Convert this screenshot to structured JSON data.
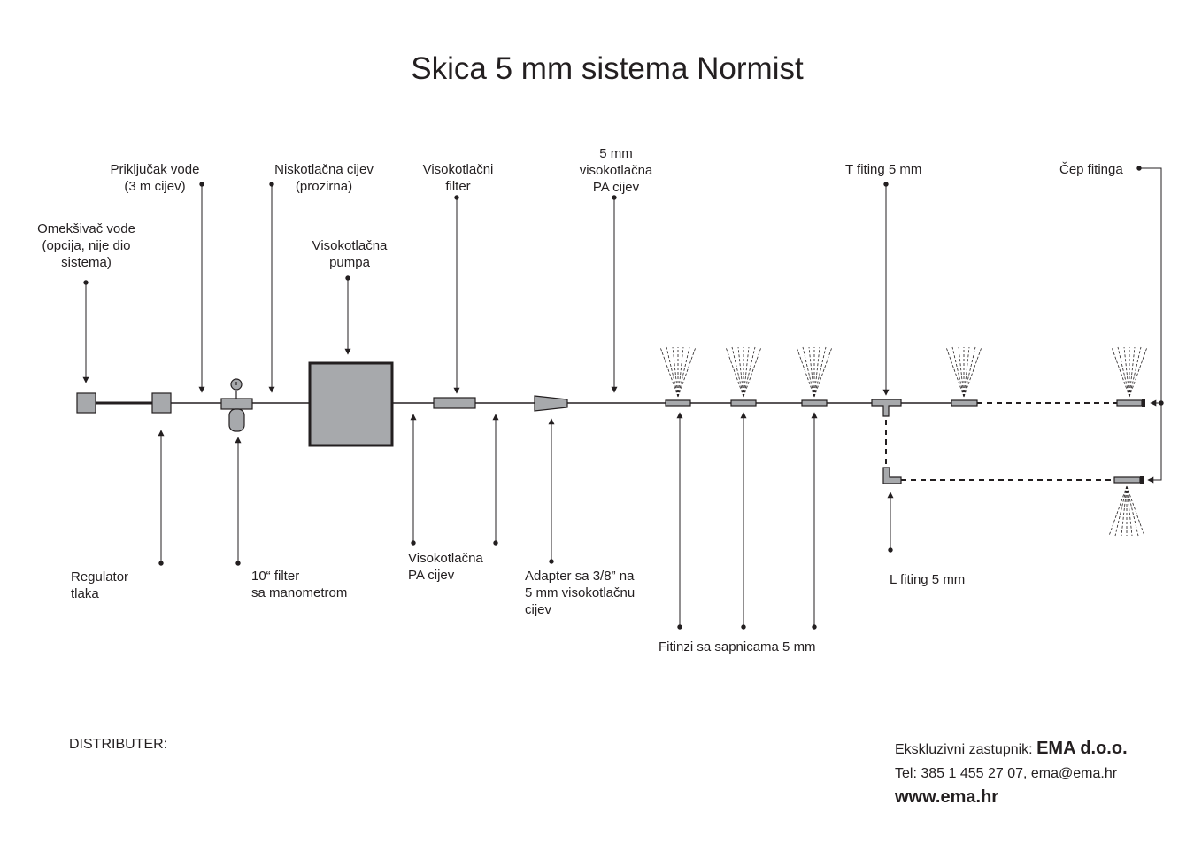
{
  "title": "Skica 5 mm sistema Normist",
  "labels": {
    "omeksivac": "Omekšivač vode\n(opcija, nije dio\nsistema)",
    "prikljucak": "Priključak vode\n(3 m cijev)",
    "niskotlacna": "Niskotlačna cijev\n(prozirna)",
    "pumpa": "Visokotlačna\npumpa",
    "visokotlacni_filter": "Visokotlačni\nfilter",
    "pa_cijev_5mm": "5 mm\nvisokotlačna\nPA cijev",
    "t_fiting": "T fiting 5 mm",
    "cep_fitinga": "Čep fitinga",
    "regulator": "Regulator\ntlaka",
    "filter_10": "10“ filter\nsa manometrom",
    "visokotlacna_pa": "Visokotlačna\nPA cijev",
    "adapter": "Adapter sa 3/8” na\n5 mm visokotlačnu\ncijev",
    "fitinzi": "Fitinzi sa sapnicama 5 mm",
    "l_fiting": "L fiting 5 mm"
  },
  "distributer": "DISTRIBUTER:",
  "footer": {
    "exclusive_label": "Ekskluzivni zastupnik: ",
    "company": "EMA d.o.o.",
    "contact": "Tel: 385 1 455 27 07, ema@ema.hr",
    "website": "www.ema.hr"
  },
  "colors": {
    "ink": "#231f20",
    "component_fill": "#a7a9ac"
  }
}
